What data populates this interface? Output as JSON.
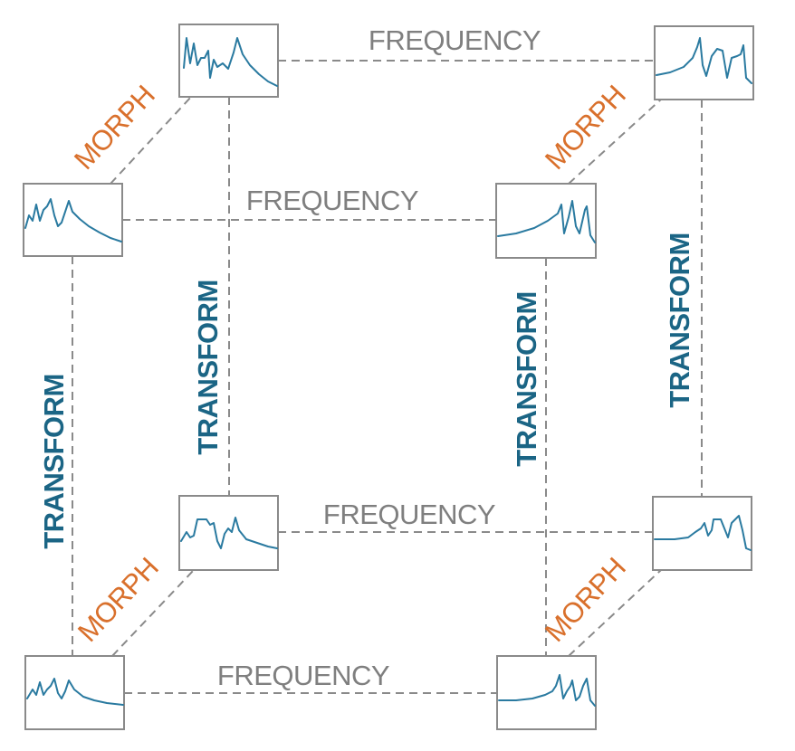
{
  "colors": {
    "frequency": "#7f7f7f",
    "morph": "#d9702c",
    "transform": "#1b6585",
    "waveform": "#2a7aa0",
    "connector": "#8a8a8a",
    "box_border": "#8a8a8a"
  },
  "labels": {
    "frequency_top": "FREQUENCY",
    "frequency_front_top": "FREQUENCY",
    "frequency_back_bottom": "FREQUENCY",
    "frequency_front_bottom": "FREQUENCY",
    "morph_top_left": "MORPH",
    "morph_top_right": "MORPH",
    "morph_bottom_left": "MORPH",
    "morph_bottom_right": "MORPH",
    "transform_front_left": "TRANSFORM",
    "transform_back_left": "TRANSFORM",
    "transform_front_right": "TRANSFORM",
    "transform_back_right": "TRANSFORM"
  },
  "nodes": [
    {
      "id": "back-top-left",
      "icon": "multi-peak-waveform-icon"
    },
    {
      "id": "back-top-right",
      "icon": "multi-peak-waveform-icon"
    },
    {
      "id": "front-top-left",
      "icon": "multi-peak-waveform-icon"
    },
    {
      "id": "front-top-right",
      "icon": "multi-peak-waveform-icon"
    },
    {
      "id": "back-bottom-left",
      "icon": "multi-peak-waveform-icon"
    },
    {
      "id": "back-bottom-right",
      "icon": "multi-peak-waveform-icon"
    },
    {
      "id": "front-bottom-left",
      "icon": "multi-peak-waveform-icon"
    },
    {
      "id": "front-bottom-right",
      "icon": "multi-peak-waveform-icon"
    }
  ]
}
